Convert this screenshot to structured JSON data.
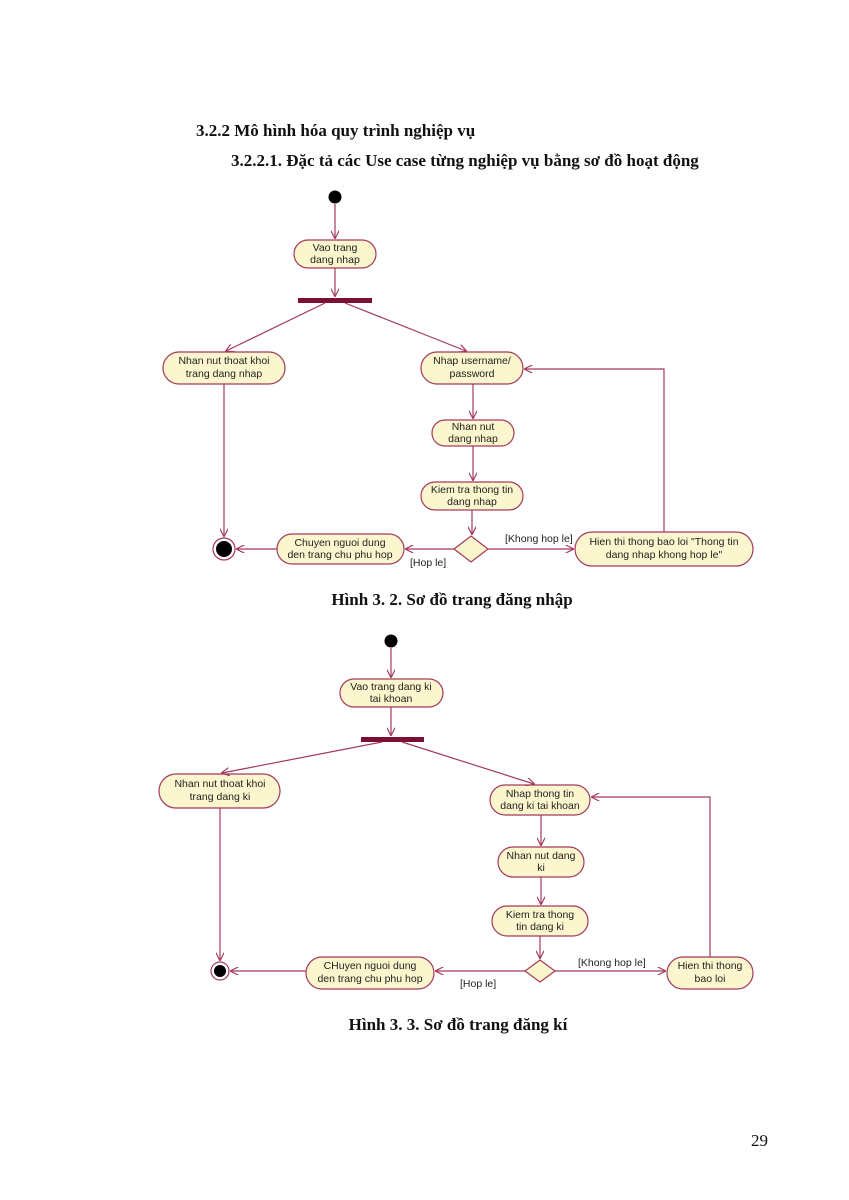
{
  "section_heading": "3.2.2  Mô hình hóa quy trình nghiệp vụ",
  "subsection_heading": "3.2.2.1.  Đặc tả các Use case từng nghiệp vụ bằng sơ đồ hoạt động",
  "login_diagram": {
    "enter_page": [
      "Vao trang",
      "dang nhap"
    ],
    "exit_button": [
      "Nhan nut thoat khoi",
      "trang dang nhap"
    ],
    "input_credentials": [
      "Nhap username/",
      "password"
    ],
    "press_login": [
      "Nhan nut",
      "dang nhap"
    ],
    "check_info": [
      "Kiem tra thong tin",
      "dang nhap"
    ],
    "redirect_home": [
      "Chuyen nguoi dung",
      "den trang chu phu hop"
    ],
    "show_error": [
      "Hien thi thong bao loi \"Thong tin",
      "dang nhap khong hop le\""
    ],
    "guard_invalid": "[Khong hop le]",
    "guard_valid": "[Hop le]"
  },
  "login_caption": "Hình 3. 2. Sơ đồ trang đăng nhập",
  "register_diagram": {
    "enter_page": [
      "Vao trang dang ki",
      "tai khoan"
    ],
    "exit_button": [
      "Nhan nut thoat khoi",
      "trang dang ki"
    ],
    "input_info": [
      "Nhap thong tin",
      "dang ki tai khoan"
    ],
    "press_register": [
      "Nhan nut dang",
      "ki"
    ],
    "check_info": [
      "Kiem tra thong",
      "tin dang ki"
    ],
    "redirect_home": [
      "CHuyen nguoi dung",
      "den trang chu phu hop"
    ],
    "show_error": [
      "Hien thi thong",
      "bao loi"
    ],
    "guard_invalid": "[Khong hop le]",
    "guard_valid": "[Hop le]"
  },
  "register_caption": "Hình 3. 3. Sơ đồ trang đăng kí",
  "page_number": "29",
  "colors": {
    "node_fill": "#fbf6cd",
    "stroke": "#a4395c",
    "bar": "#7a0f31"
  }
}
